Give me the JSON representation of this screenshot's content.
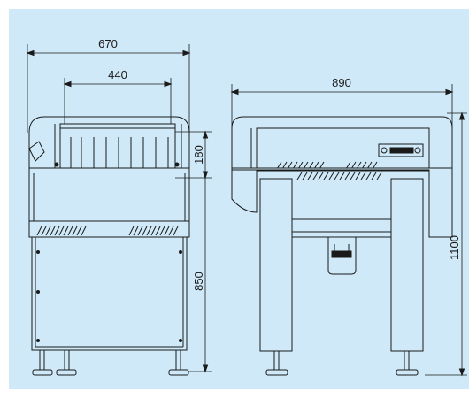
{
  "colors": {
    "background": "#cfe9f8",
    "line": "#1a1a1a",
    "page": "#ffffff"
  },
  "dimensions": {
    "front_width": "670",
    "opening_width": "440",
    "opening_height": "180",
    "table_height": "850",
    "side_width": "890",
    "total_height": "1100"
  }
}
